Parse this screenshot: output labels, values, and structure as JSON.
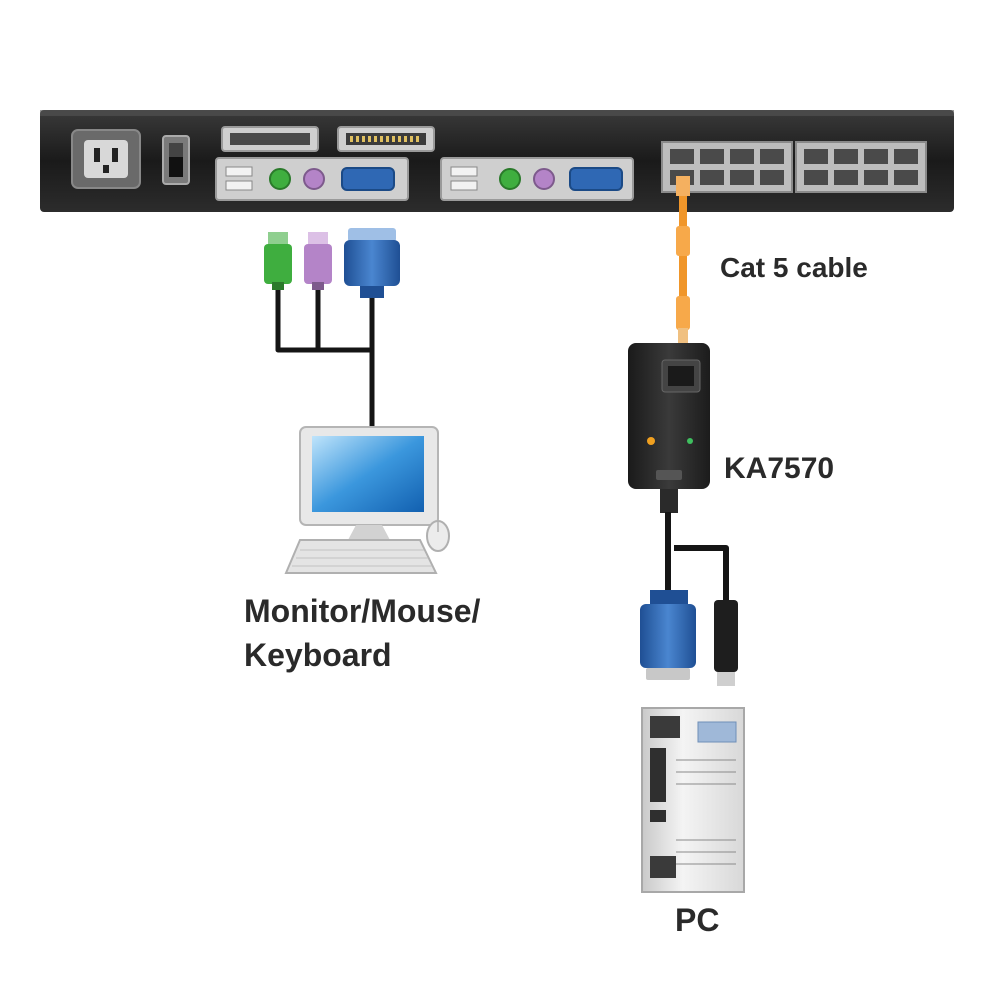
{
  "labels": {
    "cable": "Cat 5 cable",
    "adapter": "KA7570",
    "console_line1": "Monitor/Mouse/",
    "console_line2": "Keyboard",
    "pc": "PC"
  },
  "colors": {
    "chassis": "#1b1b1b",
    "port_panel": "#cfcfcf",
    "ps2_keyboard": "#3fae3f",
    "ps2_mouse": "#b484c8",
    "vga": "#2f68b4",
    "cat5_cable": "#f0962a",
    "cable_black": "#151515",
    "adapter_body": "#262626"
  },
  "icons": [
    "power-inlet-icon",
    "power-switch-icon",
    "rj45-port-icon",
    "monitor-icon",
    "keyboard-icon",
    "mouse-icon",
    "pc-tower-icon"
  ]
}
